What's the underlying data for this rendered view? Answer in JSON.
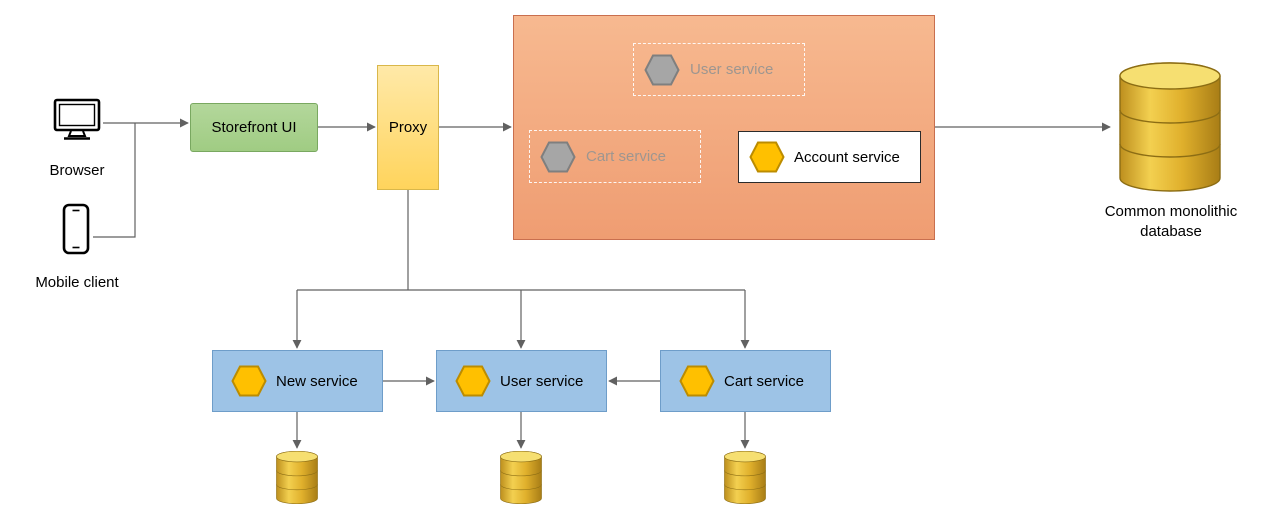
{
  "diagram": {
    "clients": {
      "browser_label": "Browser",
      "mobile_label": "Mobile client"
    },
    "storefront_label": "Storefront UI",
    "proxy_label": "Proxy",
    "monolith": {
      "user_service_label": "User service",
      "cart_service_label": "Cart service",
      "account_service_label": "Account service"
    },
    "database_label": "Common monolithic database",
    "services": [
      {
        "label": "New service"
      },
      {
        "label": "User service"
      },
      {
        "label": "Cart service"
      }
    ],
    "colors": {
      "storefront_fill": "#a9d18e",
      "proxy_fill": "#ffd966",
      "monolith_fill": "#f2a57e",
      "service_fill": "#9dc3e6",
      "hexagon_fill": "#ffc000",
      "ghost_hexagon_fill": "#a6a6a6",
      "database_gold": "#dfa92c",
      "connector": "#616161"
    }
  }
}
